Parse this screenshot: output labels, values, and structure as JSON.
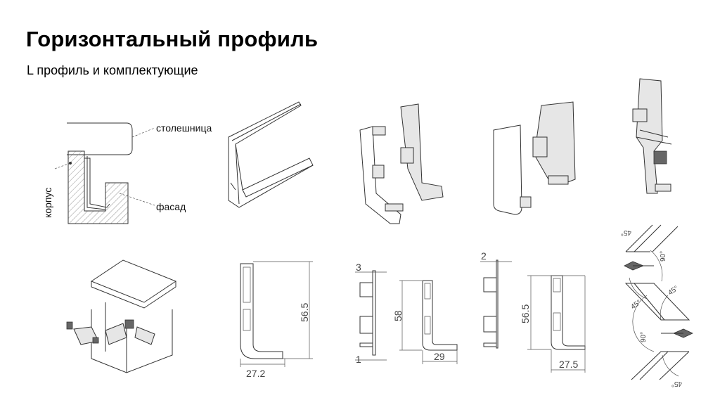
{
  "header": {
    "title": "Горизонтальный профиль",
    "subtitle": "L профиль и комплектующие"
  },
  "section_diagram": {
    "labels": {
      "countertop": "столешница",
      "facade": "фасад",
      "carcass": "корпус"
    }
  },
  "dimensions": {
    "profile_height": "56.5",
    "profile_width": "27.2",
    "endcap_left_thickness_top": "3",
    "endcap_left_height": "58",
    "endcap_left_thickness_bottom": "1",
    "endcap_left_width": "29",
    "endcap_right_thickness": "2",
    "endcap_right_height": "56.5",
    "endcap_right_width": "27.5"
  },
  "angles": [
    "45°",
    "90°",
    "45°",
    "45°",
    "90°",
    "45°"
  ]
}
